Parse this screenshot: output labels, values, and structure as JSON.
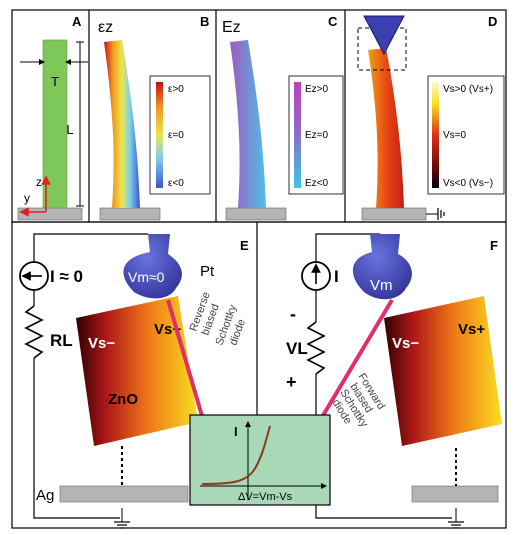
{
  "panels": {
    "A": {
      "letter": "A",
      "width_label": "T",
      "length_label": "L",
      "axis_y": "y",
      "axis_z": "z"
    },
    "B": {
      "letter": "B",
      "symbol": "εz",
      "legend": [
        "ε>0",
        "ε=0",
        "ε<0"
      ]
    },
    "C": {
      "letter": "C",
      "symbol": "Ez",
      "legend": [
        "Ez>0",
        "Ez=0",
        "Ez<0"
      ]
    },
    "D": {
      "letter": "D",
      "legend": [
        "Vs>0 (Vs+)",
        "Vs=0",
        "Vs<0 (Vs−)"
      ]
    },
    "E": {
      "letter": "E",
      "current": "I ≈ 0",
      "resistor": "RL",
      "tip_label": "Vm≈0",
      "tip_metal": "Pt",
      "vs_minus": "Vs−",
      "vs_plus": "Vs+",
      "material": "ZnO",
      "diode_note": [
        "Reverse",
        "biased",
        "Schottky",
        "diode"
      ],
      "electrode": "Ag"
    },
    "F": {
      "letter": "F",
      "current": "I",
      "voltage": "VL",
      "minus_sign": "-",
      "plus_sign": "+",
      "tip_label": "Vm",
      "vs_minus": "Vs−",
      "vs_plus": "Vs+",
      "diode_note": [
        "Forward",
        "biased",
        "Schottky",
        "diode"
      ]
    },
    "inset": {
      "y_axis": "I",
      "x_axis": "ΔV=Vm-Vs"
    }
  },
  "colors": {
    "nanowire_green": "#7ec85a",
    "tip_blue": "#4048b8",
    "arrow_magenta": "#e0306a",
    "inset_green": "#a8d8b8",
    "substrate_gray": "#b4b4b4"
  }
}
